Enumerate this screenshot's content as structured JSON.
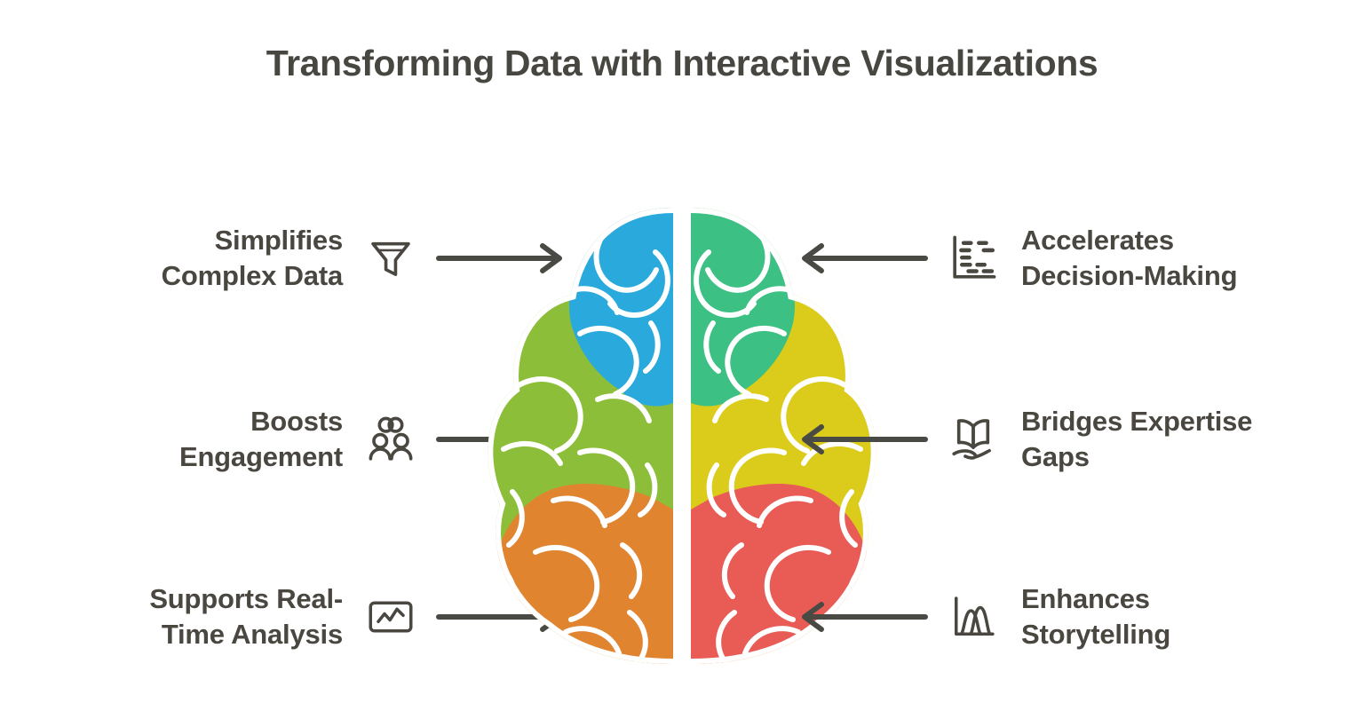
{
  "title": "Transforming Data with Interactive Visualizations",
  "colors": {
    "text": "#4a4741",
    "arrow": "#4a4a45",
    "background": "#ffffff",
    "brain_top_left": "#29a9dc",
    "brain_mid_left": "#8cbe3a",
    "brain_bottom_left": "#e08430",
    "brain_top_right": "#3cc083",
    "brain_mid_right": "#dbcb1b",
    "brain_bottom_right": "#e85c55"
  },
  "left_items": [
    {
      "label": "Simplifies Complex Data",
      "line1": "Simplifies",
      "line2": "Complex Data",
      "icon": "funnel-icon",
      "arrow": "arrow-right-icon"
    },
    {
      "label": "Boosts Engagement",
      "line1": "Boosts",
      "line2": "Engagement",
      "icon": "collaboration-people-icon",
      "arrow": "arrow-right-icon"
    },
    {
      "label": "Supports Real-Time Analysis",
      "line1": "Supports Real-",
      "line2": "Time Analysis",
      "icon": "line-chart-screen-icon",
      "arrow": "arrow-right-icon"
    }
  ],
  "right_items": [
    {
      "label": "Accelerates Decision-Making",
      "line1": "Accelerates",
      "line2": "Decision-Making",
      "icon": "gantt-chart-icon",
      "arrow": "arrow-left-icon"
    },
    {
      "label": "Bridges Expertise Gaps",
      "line1": "Bridges Expertise",
      "line2": "Gaps",
      "icon": "book-on-hand-icon",
      "arrow": "arrow-left-icon"
    },
    {
      "label": "Enhances Storytelling",
      "line1": "Enhances",
      "line2": "Storytelling",
      "icon": "distribution-curves-icon",
      "arrow": "arrow-left-icon"
    }
  ],
  "center_graphic": "brain-hemispheres-illustration"
}
